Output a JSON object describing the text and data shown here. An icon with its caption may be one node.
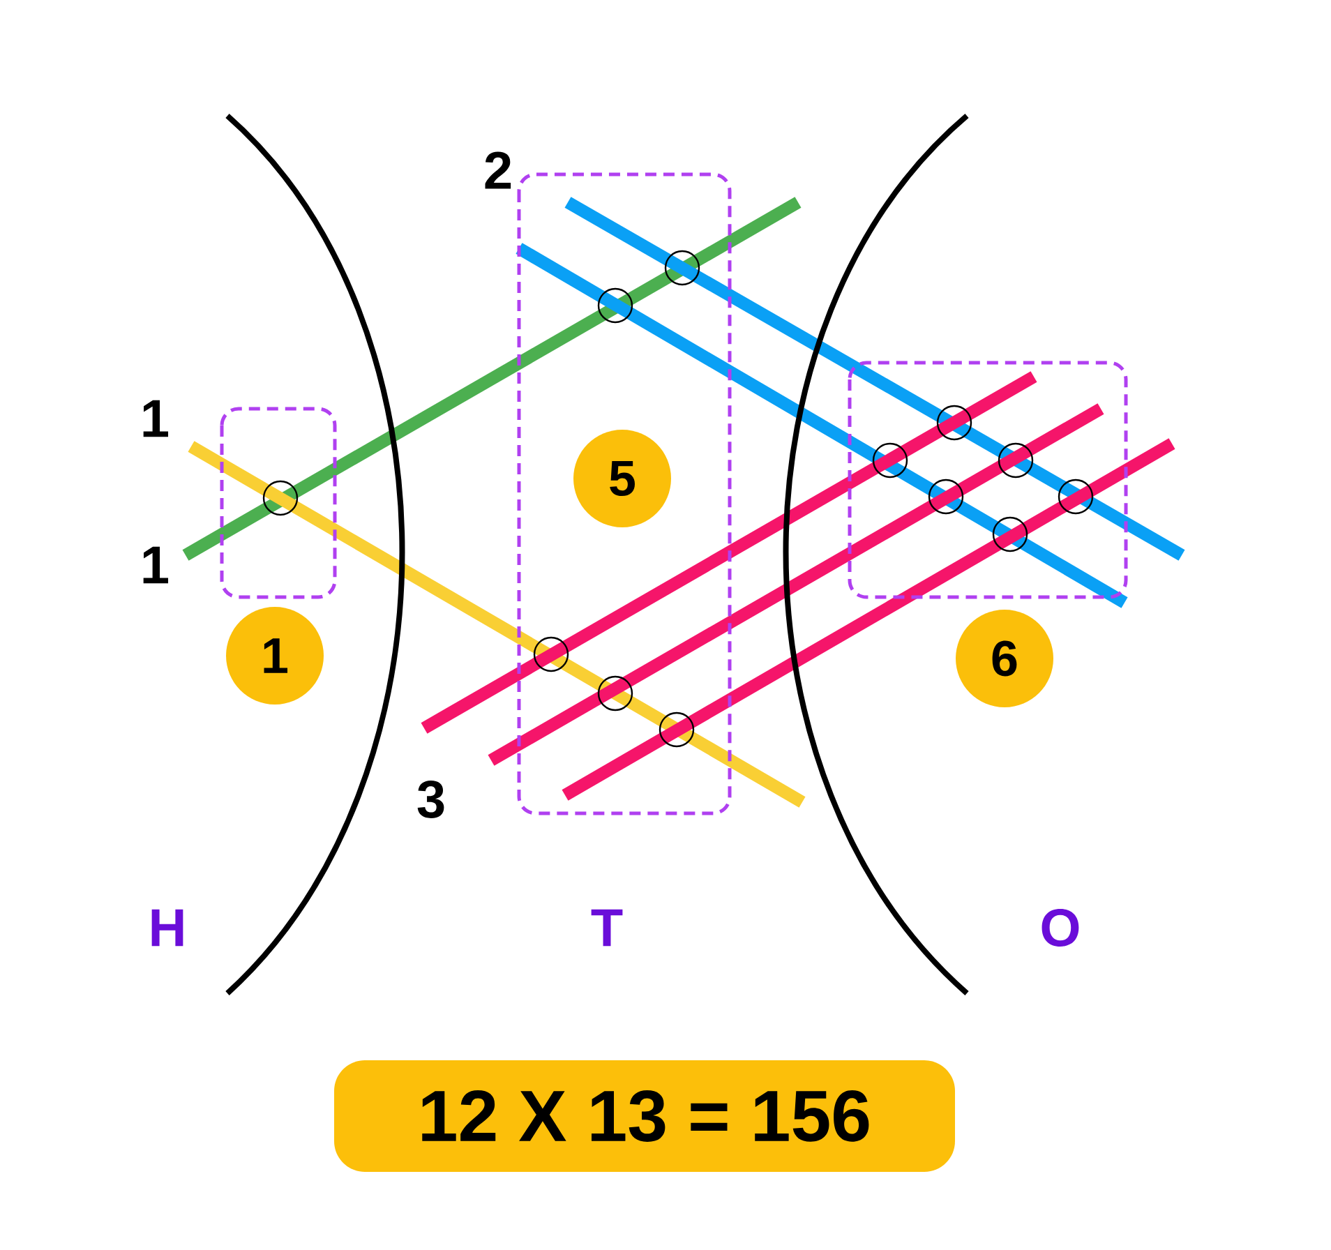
{
  "diagram": {
    "nodes": [
      {
        "text": [
          "5"
        ]
      },
      {
        "text": [
          "1"
        ]
      },
      {
        "text": [
          "6"
        ]
      },
      {
        "text": [
          "12 X 13 = 156"
        ]
      }
    ],
    "labels": [
      "2",
      "1",
      "1",
      "3",
      "H",
      "T",
      "O"
    ]
  }
}
